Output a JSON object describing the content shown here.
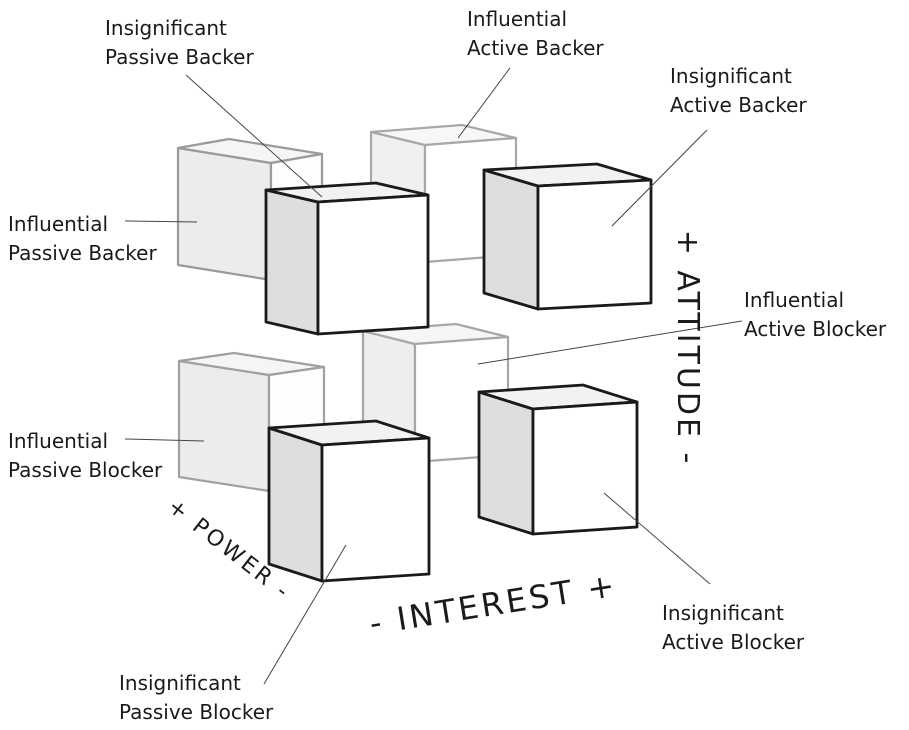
{
  "labels": {
    "insignificant_passive_backer": [
      "Insignificant",
      "Passive Backer"
    ],
    "influential_active_backer": [
      "Influential",
      "Active Backer"
    ],
    "insignificant_active_backer": [
      "Insignificant",
      "Active Backer"
    ],
    "influential_passive_backer": [
      "Influential",
      "Passive Backer"
    ],
    "influential_active_blocker": [
      "Influential",
      "Active Blocker"
    ],
    "influential_passive_blocker": [
      "Influential",
      "Passive Blocker"
    ],
    "insignificant_active_blocker": [
      "Insignificant",
      "Active Blocker"
    ],
    "insignificant_passive_blocker": [
      "Insignificant",
      "Passive Blocker"
    ]
  },
  "axes": {
    "attitude": "+ ATTITUDE -",
    "power": "+ POWER -",
    "interest": "- INTEREST +"
  }
}
